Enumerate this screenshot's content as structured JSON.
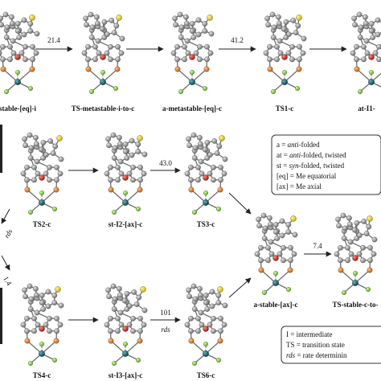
{
  "top_row": {
    "labels": [
      "stable-[eq]-i",
      "TS-metastable-i-to-c",
      "a-metastable-[eq]-c",
      "TS1-c",
      "at-I1-"
    ],
    "barriers": [
      "21.4",
      "41.2"
    ]
  },
  "middle_row": {
    "labels": [
      "TS2-c",
      "st-I2-[ax]-c",
      "TS3-c"
    ],
    "barriers": [
      "43.0"
    ]
  },
  "bottom_row": {
    "labels": [
      "TS4-c",
      "st-I3-[ax]-c",
      "TS6-c"
    ],
    "barriers": [
      "101"
    ],
    "rds_note": "rds"
  },
  "right_branch": {
    "labels": [
      "a-stable-[ax]-c",
      "TS-stable-c-to-"
    ],
    "barriers": [
      "7.4"
    ]
  },
  "side_fragments": {
    "rds_left": "rds",
    "left_number": "1.4"
  },
  "legend_top": {
    "lines": [
      {
        "key": "a",
        "eq": " = ",
        "text": "anti",
        "suffix": "-folded"
      },
      {
        "key": "at",
        "eq": " = ",
        "text": "anti",
        "suffix": "-folded, twisted"
      },
      {
        "key": "st",
        "eq": " = ",
        "text": "syn",
        "suffix": "-folded, twisted"
      },
      {
        "key": "[eq]",
        "eq": " = ",
        "text": "",
        "suffix": "Me equatorial"
      },
      {
        "key": "[ax]",
        "eq": " = ",
        "text": "",
        "suffix": "Me axial"
      }
    ]
  },
  "legend_bottom": {
    "lines": [
      {
        "key": "I",
        "eq": " = ",
        "text": "intermediate"
      },
      {
        "key": "TS",
        "eq": " = ",
        "text": "transition state"
      },
      {
        "key": "rds",
        "eq": " = ",
        "text": "rate determinin"
      }
    ]
  },
  "atom_colors": {
    "carbon": "#9a9a9a",
    "sulfur": "#e8d21a",
    "oxygen": "#d9231c",
    "phosphorus": "#e8801e",
    "fluorine": "#8ed63a",
    "metal": "#1f6b74"
  }
}
